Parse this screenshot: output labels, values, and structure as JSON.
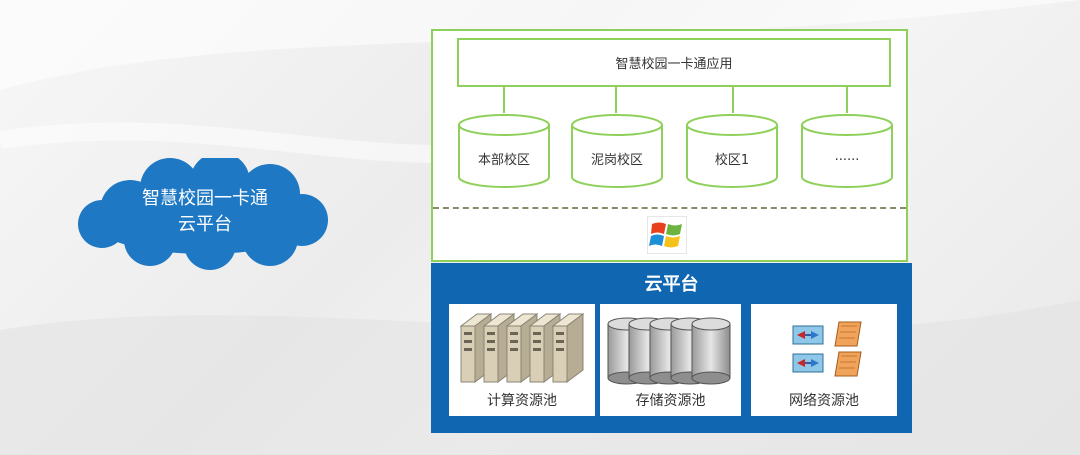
{
  "cloud": {
    "line1": "智慧校园一卡通",
    "line2": "云平台",
    "color": "#1f78c4"
  },
  "application": {
    "title": "智慧校园一卡通应用",
    "border_color": "#8fd05b",
    "campuses": [
      {
        "label": "本部校区"
      },
      {
        "label": "泥岗校区"
      },
      {
        "label": "校区1"
      },
      {
        "label": "......"
      }
    ],
    "os_icon": "windows-logo-icon"
  },
  "platform": {
    "title": "云平台",
    "color": "#1066b0",
    "pools": [
      {
        "label": "计算资源池",
        "icon": "server-rack-icon"
      },
      {
        "label": "存储资源池",
        "icon": "storage-disk-icon"
      },
      {
        "label": "网络资源池",
        "icon": "network-switch-icon"
      }
    ]
  }
}
